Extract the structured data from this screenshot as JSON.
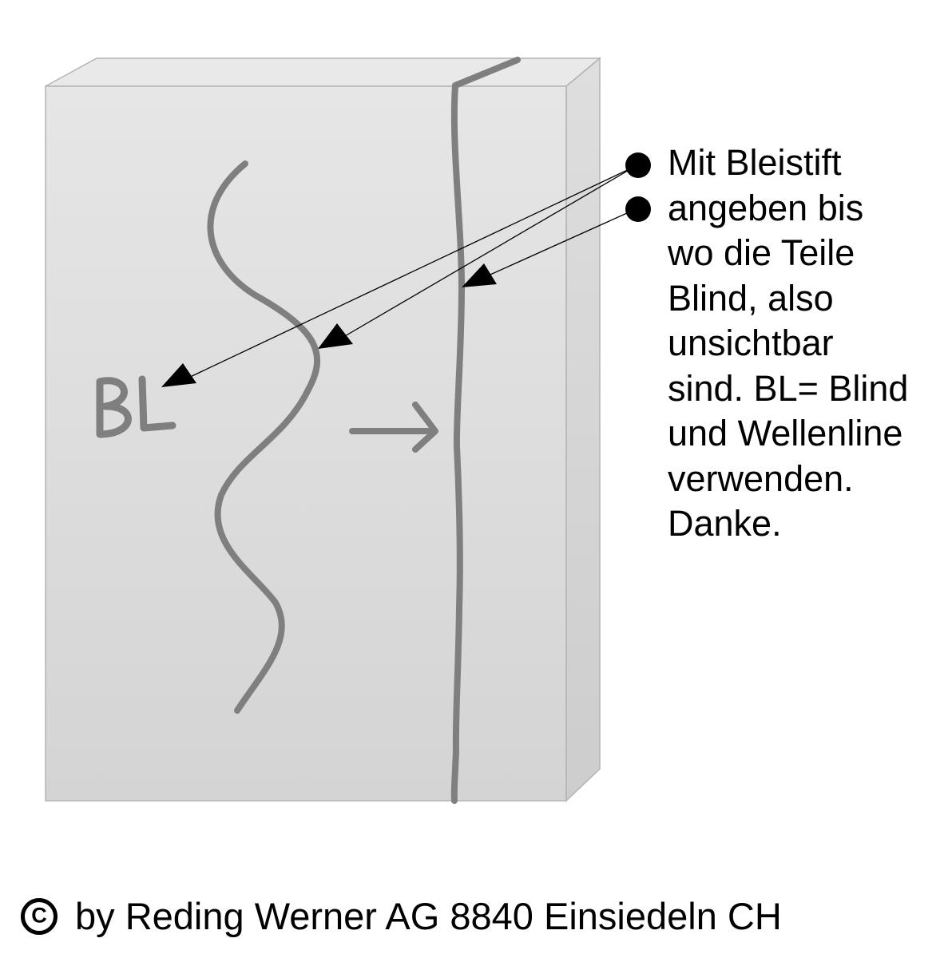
{
  "annotation": {
    "lines": [
      "Mit Bleistift",
      "angeben bis",
      "wo die Teile",
      "Blind, also",
      "unsichtbar",
      "sind. BL= Blind",
      "und Wellenline",
      "verwenden.",
      "Danke."
    ]
  },
  "sketch_marks": {
    "bl_label": "BL"
  },
  "footer": {
    "copyright_text": "by Reding Werner AG 8840 Einsiedeln CH"
  },
  "colors": {
    "panel_face": "#dcdcdc",
    "panel_top": "#e8e8e8",
    "panel_side": "#d2d2d2",
    "pencil": "#7f7f7f",
    "ink": "#000000"
  },
  "icons": [
    "bullet-icon",
    "bullet-icon",
    "copyright-icon",
    "arrow-right-icon"
  ]
}
